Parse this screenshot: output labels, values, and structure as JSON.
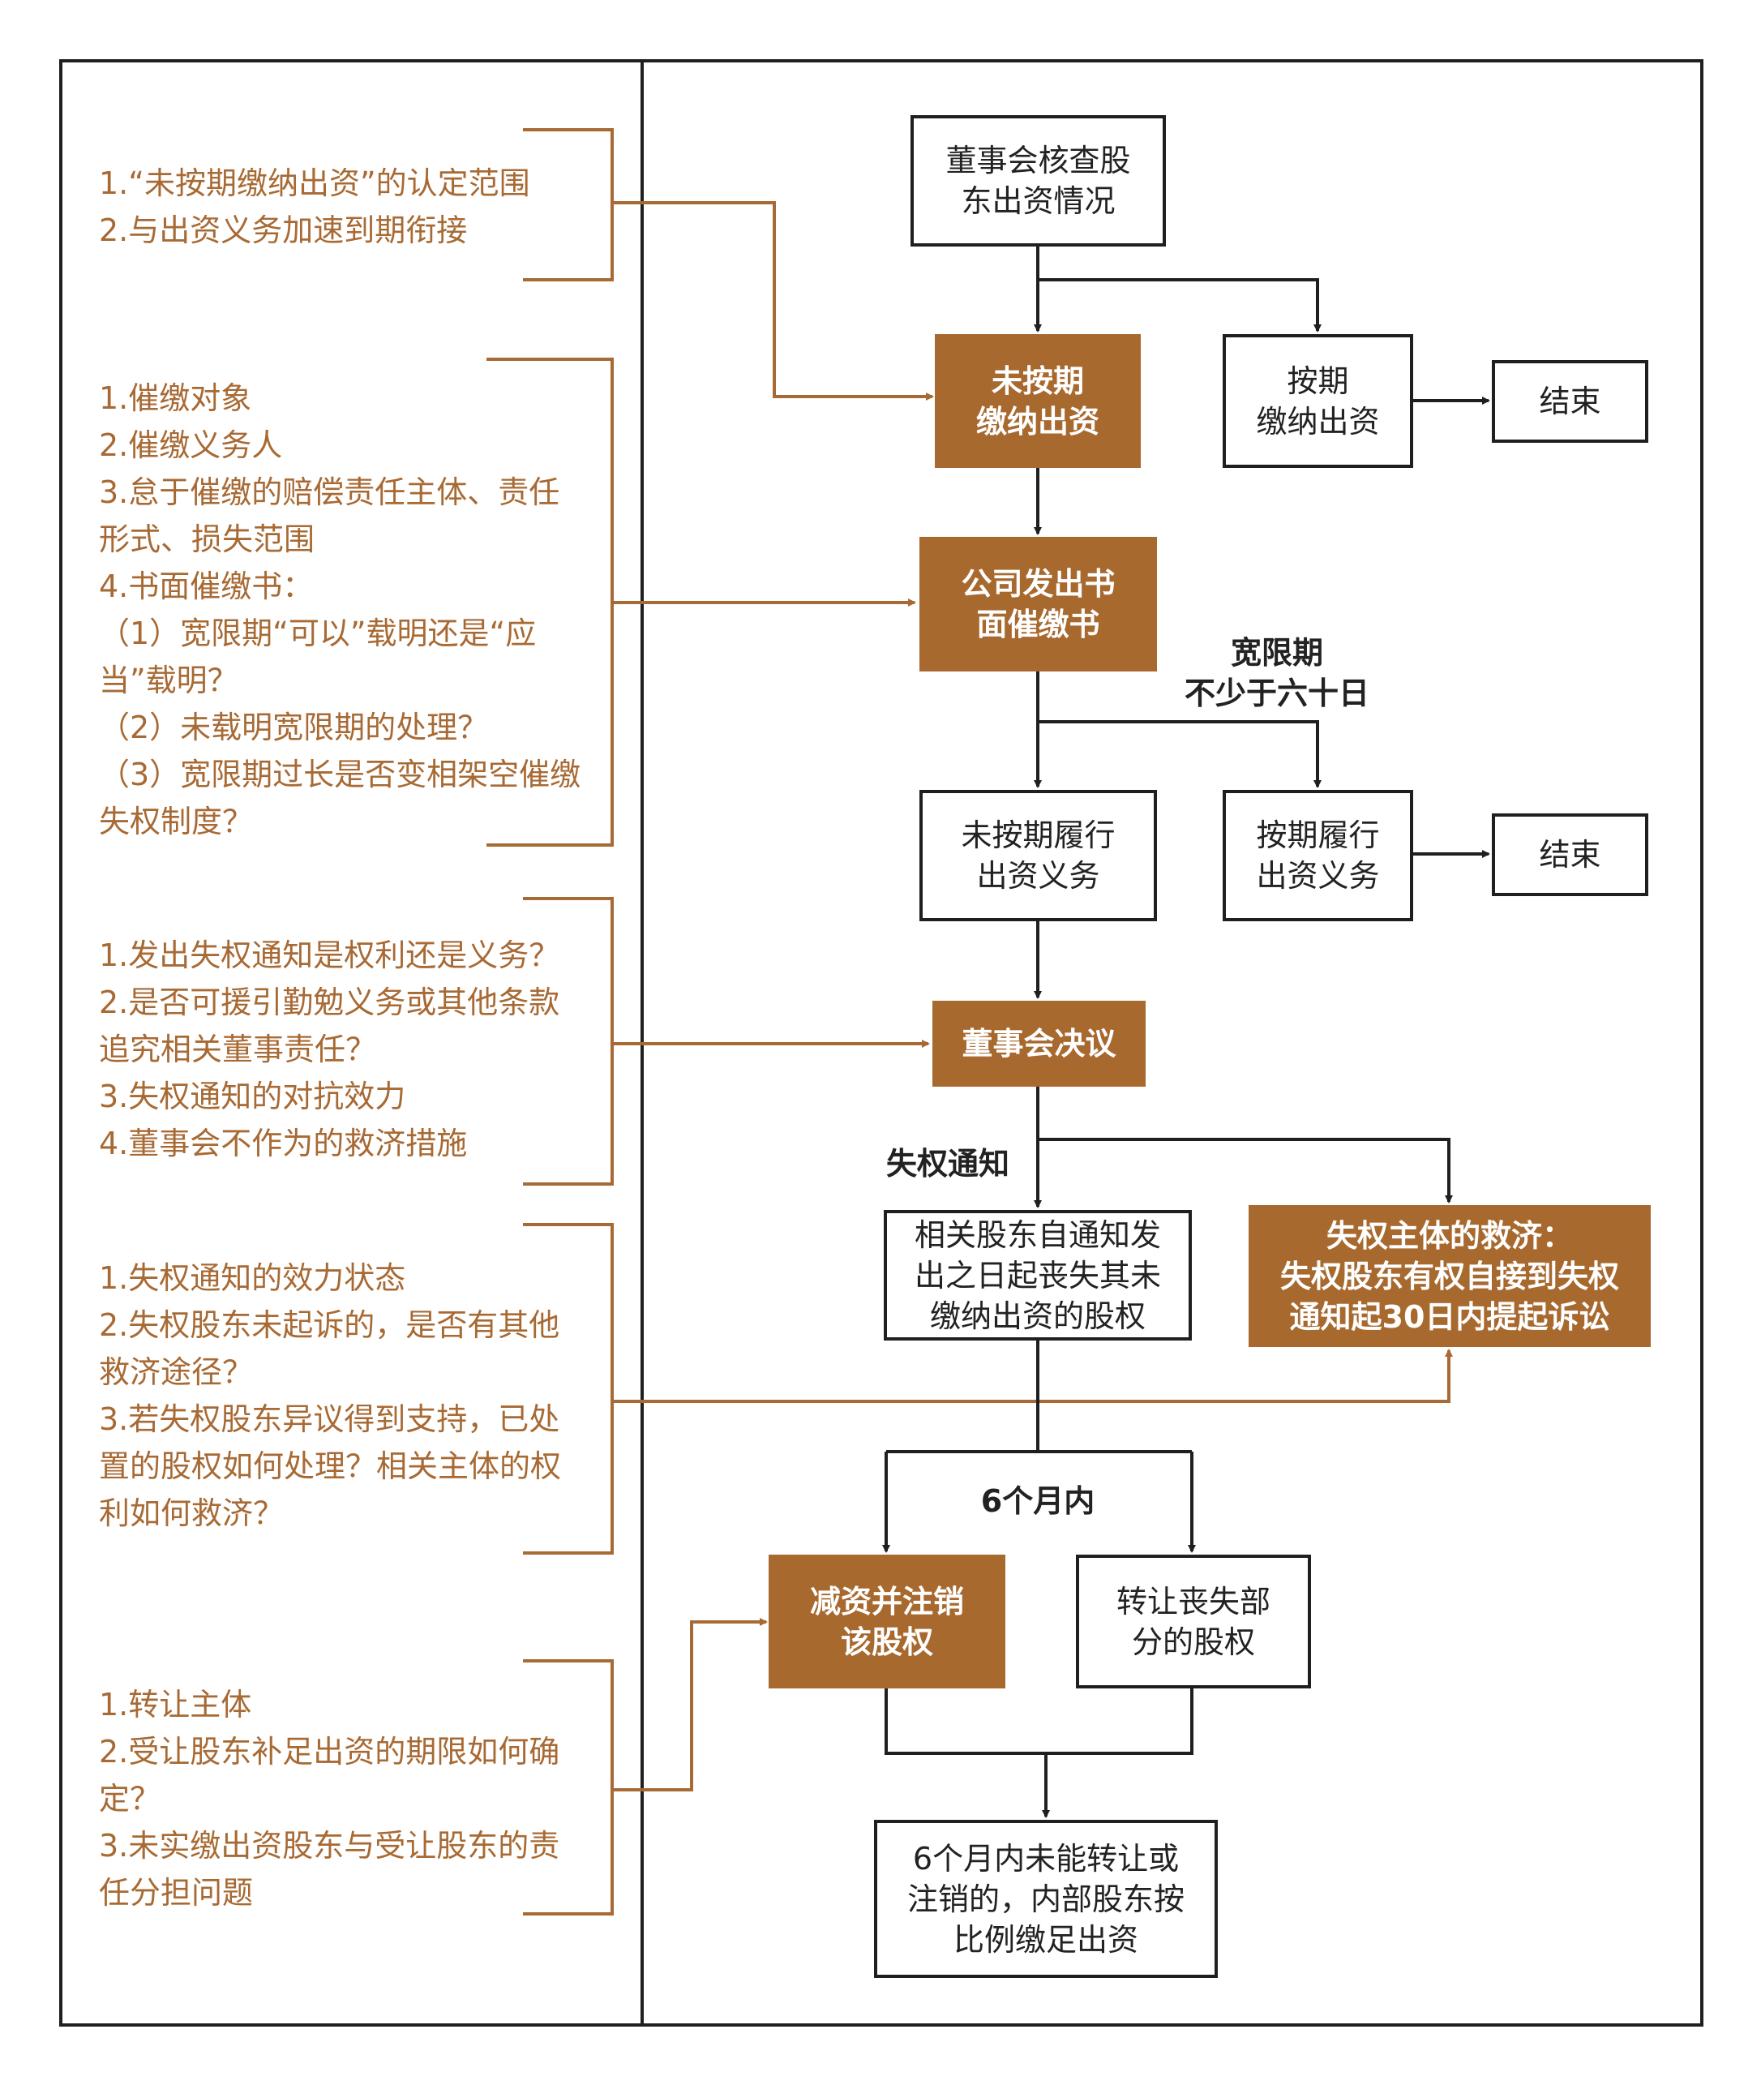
{
  "colors": {
    "accent": "#a8692f",
    "note_text": "#a86a34",
    "line": "#1f1f1f",
    "bracket": "#a86a34"
  },
  "notes": [
    {
      "lines": [
        "1.“未按期缴纳出资”的认定范围",
        "2.与出资义务加速到期衔接"
      ]
    },
    {
      "lines": [
        "1.催缴对象",
        "2.催缴义务人",
        "3.怠于催缴的赔偿责任主体、责任形式、损失范围",
        "4.书面催缴书：",
        "（1）宽限期“可以”载明还是“应当”载明？",
        "（2）未载明宽限期的处理？",
        "（3）宽限期过长是否变相架空催缴失权制度？"
      ]
    },
    {
      "lines": [
        "1.发出失权通知是权利还是义务？",
        "2.是否可援引勤勉义务或其他条款追究相关董事责任？",
        "3.失权通知的对抗效力",
        "4.董事会不作为的救济措施"
      ]
    },
    {
      "lines": [
        "1.失权通知的效力状态",
        "2.失权股东未起诉的，是否有其他救济途径？",
        "3.若失权股东异议得到支持，已处置的股权如何处理？相关主体的权利如何救济？"
      ]
    },
    {
      "lines": [
        "1.转让主体",
        "2.受让股东补足出资的期限如何确定？",
        "3.未实缴出资股东与受让股东的责任分担问题"
      ]
    }
  ],
  "flow": {
    "board_check": "董事会核查股\n东出资情况",
    "not_paid": "未按期\n缴纳出资",
    "paid_on_time": "按期\n缴纳出资",
    "end_1": "结束",
    "written_notice": "公司发出书\n面催缴书",
    "grace_label": "宽限期\n不少于六十日",
    "not_fulfilled": "未按期履行\n出资义务",
    "fulfilled": "按期履行\n出资义务",
    "end_2": "结束",
    "board_resolution": "董事会决议",
    "forfeit_notice_label": "失权通知",
    "lose_equity": "相关股东自通知发\n出之日起丧失其未\n缴纳出资的股权",
    "relief": "失权主体的救济：\n失权股东有权自接到失权\n通知起30日内提起诉讼",
    "six_months_label": "6个月内",
    "reduce_capital": "减资并注销\n该股权",
    "transfer": "转让丧失部\n分的股权",
    "final": "6个月内未能转让或\n注销的，内部股东按\n比例缴足出资"
  }
}
